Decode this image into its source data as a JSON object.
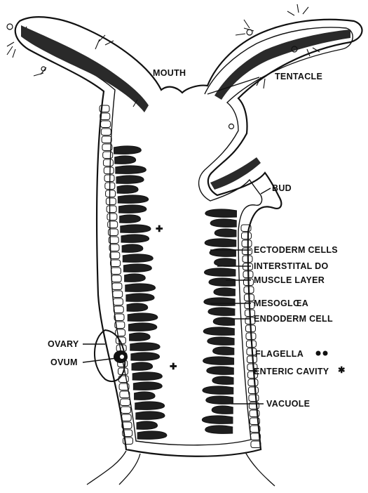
{
  "labels": {
    "mouth": "MOUTH",
    "tentacle": "TENTACLE",
    "bud": "BUD",
    "ectoderm_cells": "ECTODERM CELLS",
    "interstitial": "INTERSTITAL DO",
    "muscle_layer": "MUSCLE LAYER",
    "mesogloea": "MESOGLŒA",
    "endoderm_cell": "ENDODERM CELL",
    "ovary": "OVARY",
    "ovum": "OVUM",
    "flagella": "FLAGELLA",
    "enteric_cavity": "ENTERIC CAVITY",
    "vacuole": "VACUOLE"
  },
  "colors": {
    "ink": "#111111",
    "paper": "#ffffff"
  }
}
